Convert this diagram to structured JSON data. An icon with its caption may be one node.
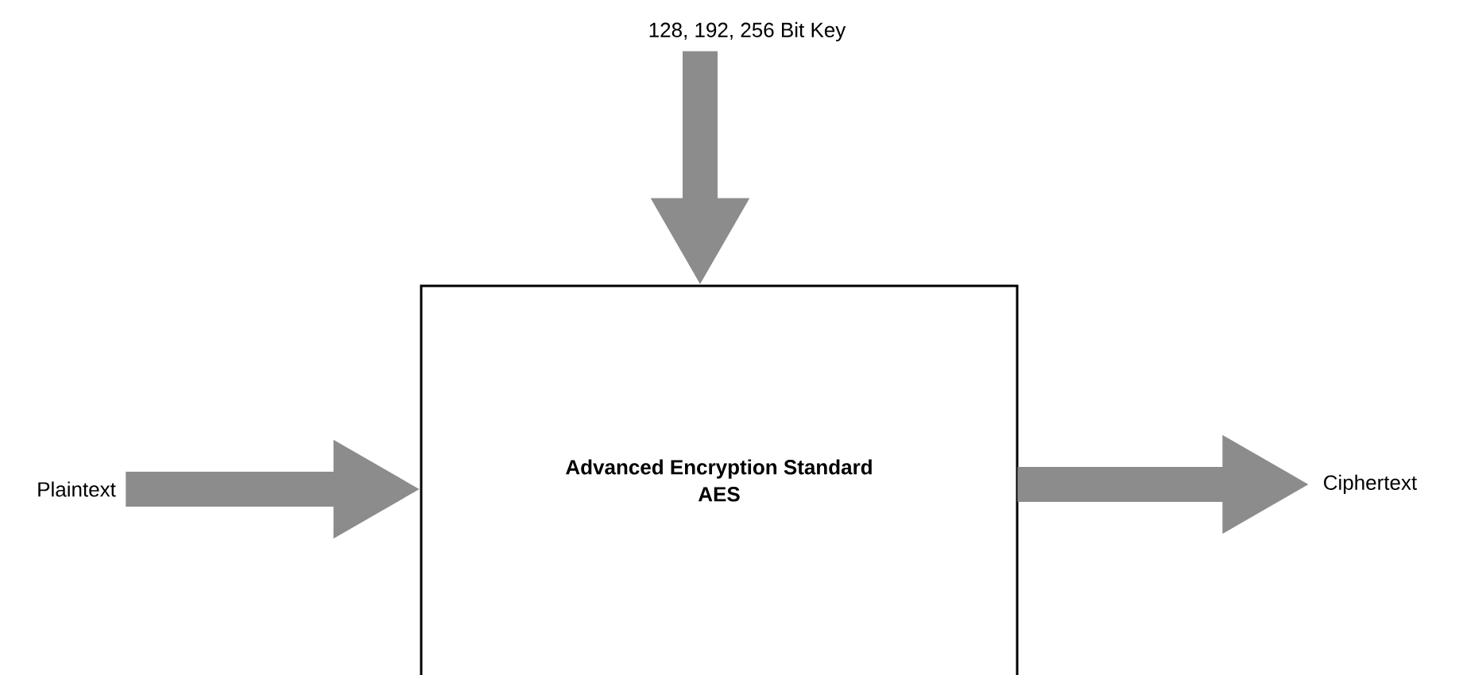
{
  "diagram": {
    "nodes": [
      {
        "text": [
          "128, 192, 256 Bit Key"
        ]
      },
      {
        "text": [
          "Plaintext"
        ]
      },
      {
        "text": [
          "Advanced Encryption Standard",
          "AES"
        ]
      },
      {
        "text": [
          "Ciphertext"
        ]
      }
    ],
    "edges": [
      {
        "from": 0,
        "to": 2,
        "arrow": "to"
      },
      {
        "from": 1,
        "to": 2,
        "arrow": "to"
      },
      {
        "from": 2,
        "to": 3,
        "arrow": "to"
      }
    ]
  }
}
